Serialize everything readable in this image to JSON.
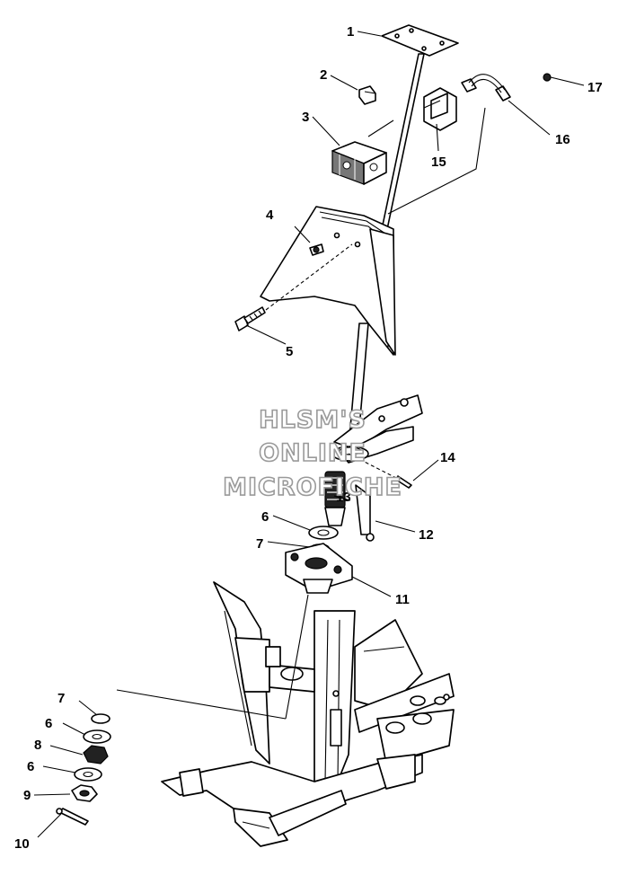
{
  "callouts": [
    {
      "id": "1",
      "label": "1"
    },
    {
      "id": "2",
      "label": "2"
    },
    {
      "id": "3",
      "label": "3"
    },
    {
      "id": "4",
      "label": "4"
    },
    {
      "id": "5",
      "label": "5"
    },
    {
      "id": "6a",
      "label": "6"
    },
    {
      "id": "7a",
      "label": "7"
    },
    {
      "id": "11",
      "label": "11"
    },
    {
      "id": "12",
      "label": "12"
    },
    {
      "id": "13",
      "label": "13"
    },
    {
      "id": "14",
      "label": "14"
    },
    {
      "id": "15",
      "label": "15"
    },
    {
      "id": "16",
      "label": "16"
    },
    {
      "id": "17",
      "label": "17"
    },
    {
      "id": "7b",
      "label": "7"
    },
    {
      "id": "6b",
      "label": "6"
    },
    {
      "id": "8",
      "label": "8"
    },
    {
      "id": "6c",
      "label": "6"
    },
    {
      "id": "9",
      "label": "9"
    },
    {
      "id": "10",
      "label": "10"
    }
  ],
  "watermark": {
    "line1": "HLSM'S",
    "line2": "ONLINE",
    "line3": "MICROFICHE"
  }
}
